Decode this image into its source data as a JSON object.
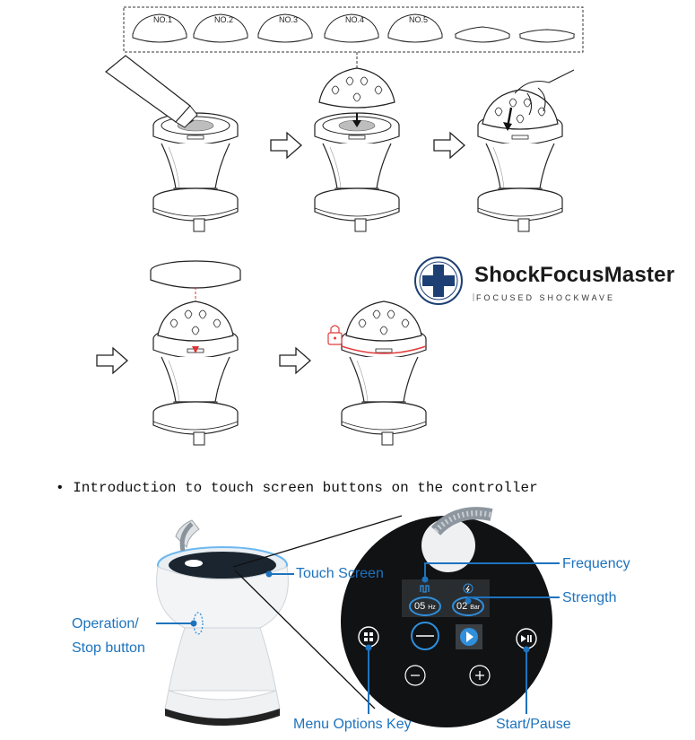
{
  "cap_labels": [
    "NO.1",
    "NO.2",
    "NO.3",
    "NO.4",
    "NO.5"
  ],
  "brand": {
    "name": "ShockFocusMaster",
    "tagline": "FOCUSED SHOCKWAVE"
  },
  "intro_text": "• Introduction to touch screen buttons on the controller",
  "callouts": {
    "touch_screen": "Touch Screen",
    "frequency": "Frequency",
    "strength": "Strength",
    "operation_line1": "Operation/",
    "operation_line2": "Stop button",
    "menu_key": "Menu Options Key",
    "start_pause": "Start/Pause"
  },
  "screen": {
    "frequency_value": "05",
    "frequency_unit": "Hz",
    "strength_value": "02",
    "strength_unit": "Bar"
  },
  "colors": {
    "callout_blue": "#1e73be",
    "screen_glow": "#2f8fdc",
    "lock_red": "#e23b3b"
  }
}
